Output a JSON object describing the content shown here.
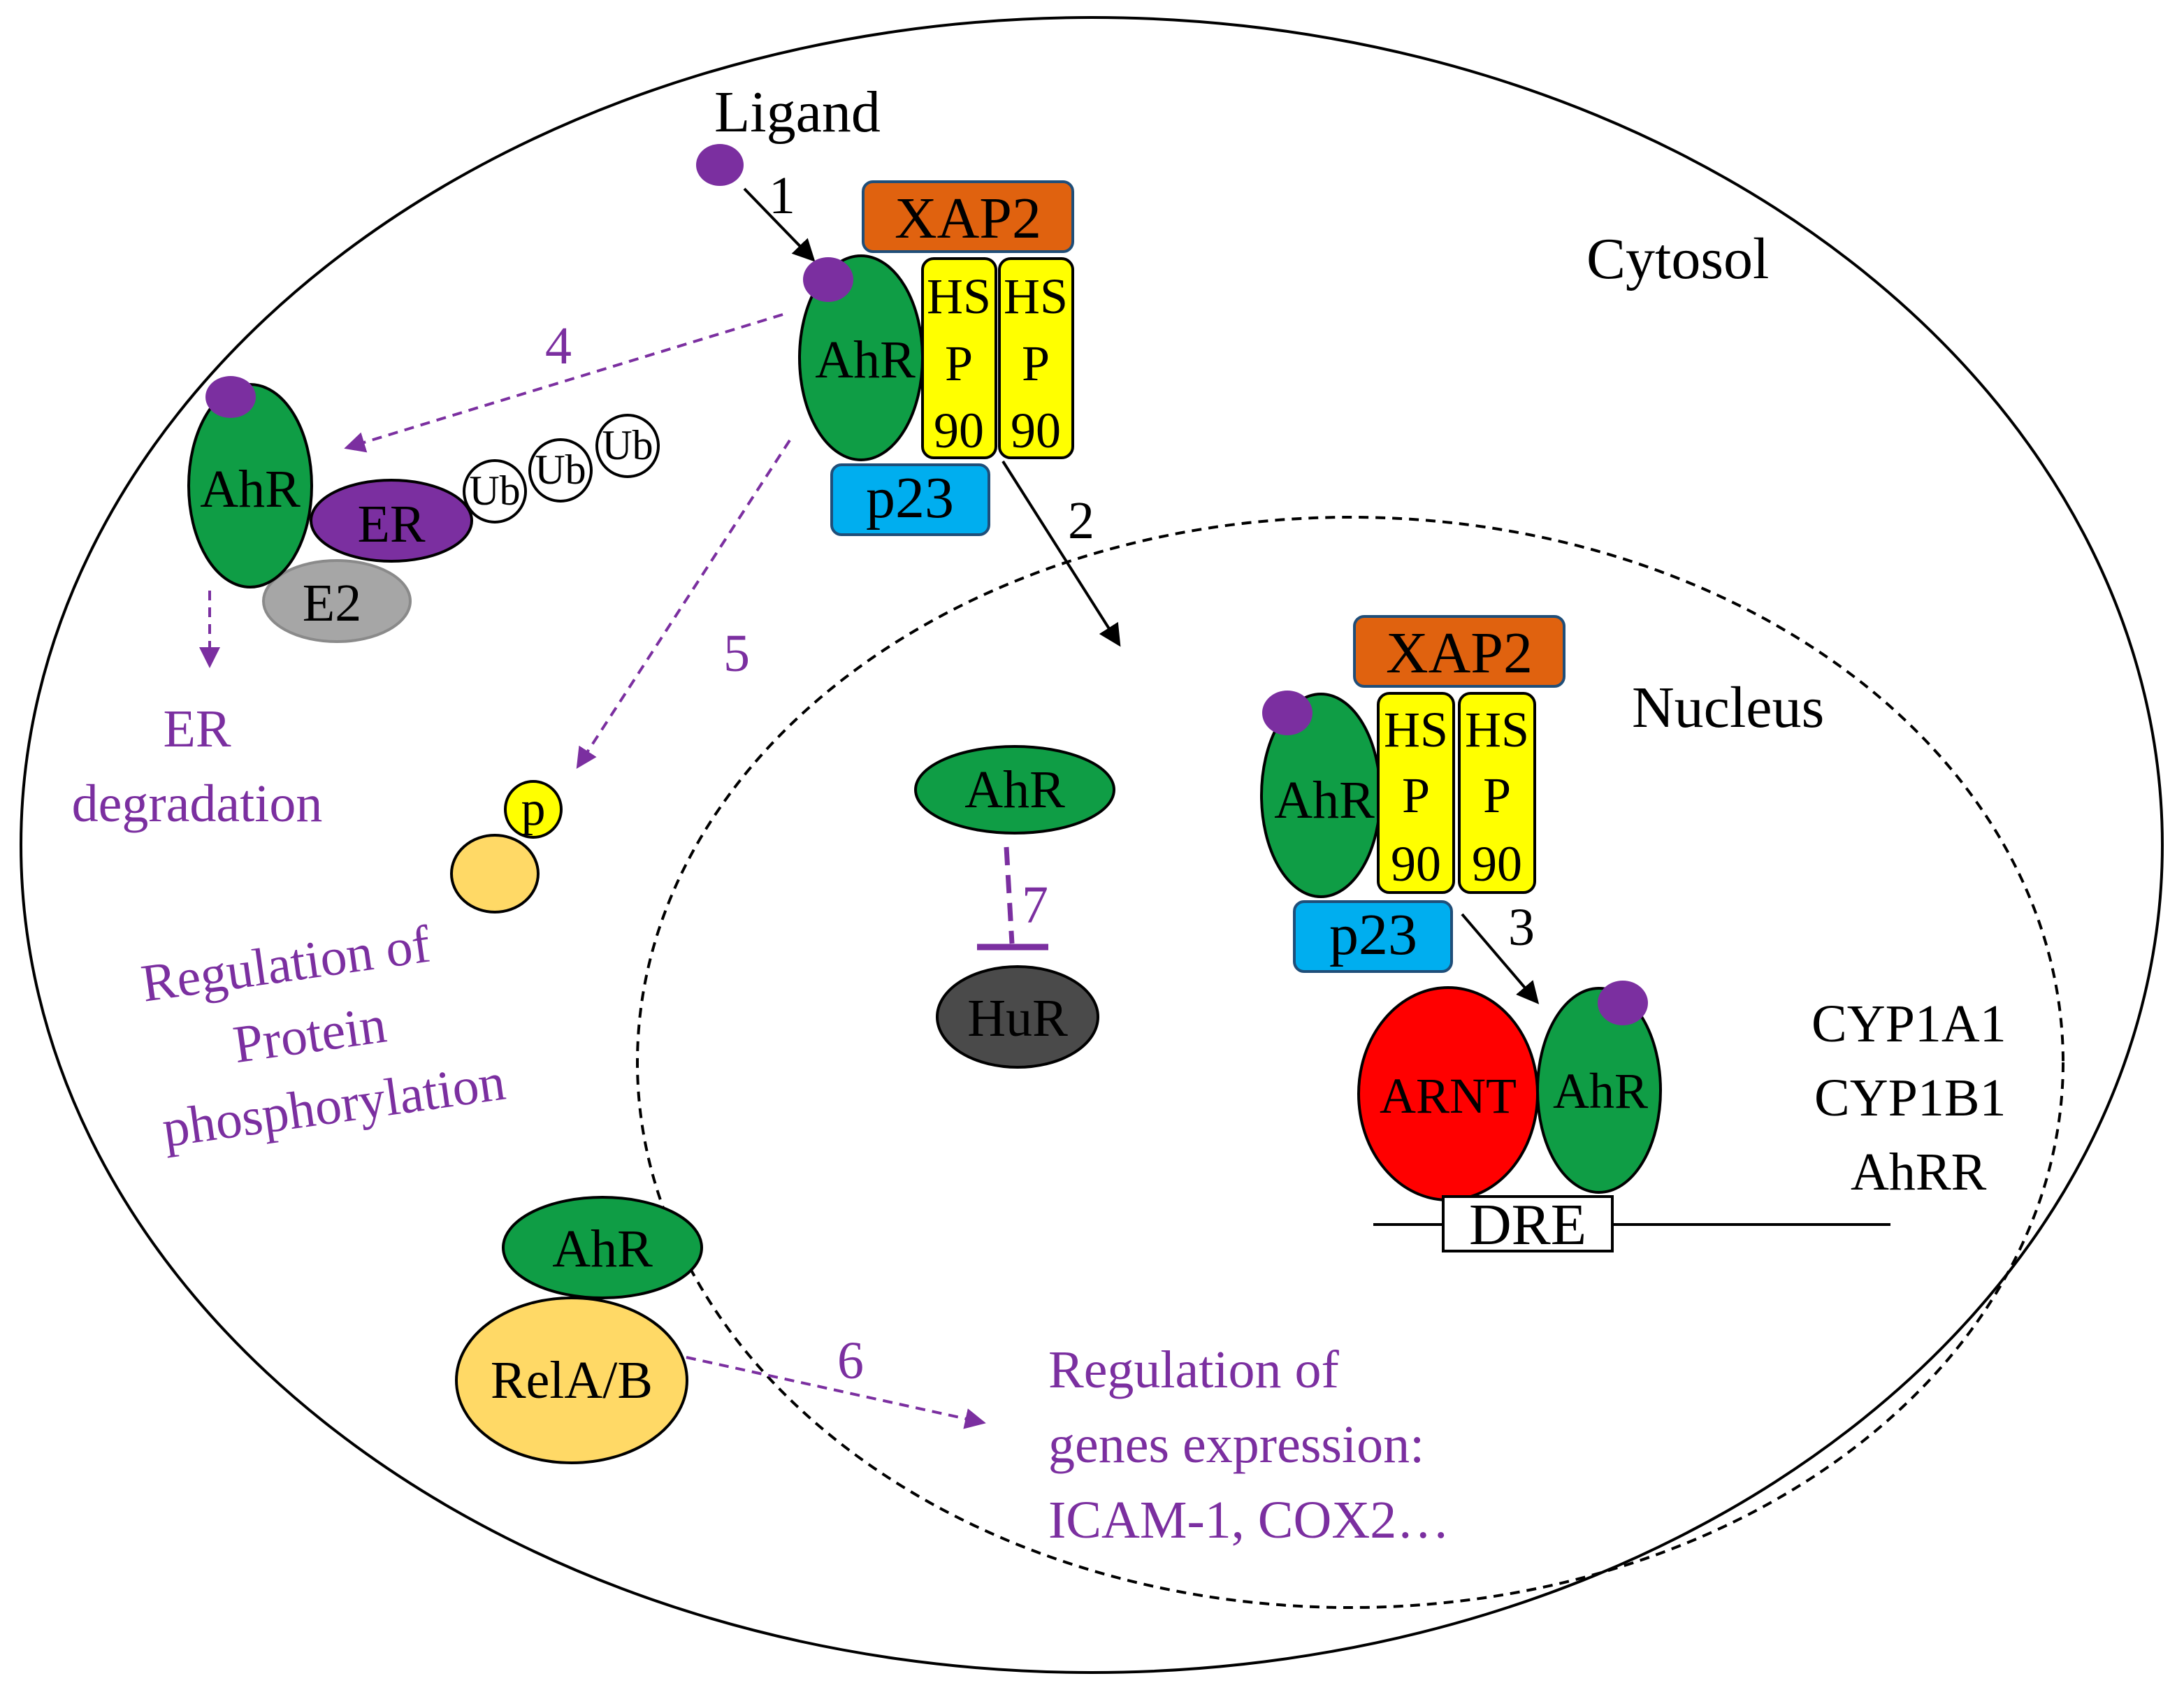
{
  "labels": {
    "ligand": "Ligand",
    "cytosol": "Cytosol",
    "nucleus": "Nucleus",
    "xap2": "XAP2",
    "hs": "HS",
    "p": "P",
    "ninety": "90",
    "p23": "p23",
    "ahr": "AhR",
    "er": "ER",
    "e2": "E2",
    "ub": "Ub",
    "phospho_p": "p",
    "hur": "HuR",
    "arnt": "ARNT",
    "dre": "DRE",
    "rela_b": "RelA/B"
  },
  "steps": {
    "s1": "1",
    "s2": "2",
    "s3": "3",
    "s4": "4",
    "s5": "5",
    "s6": "6",
    "s7": "7"
  },
  "outcomes": {
    "er_degradation_line1": "ER",
    "er_degradation_line2": "degradation",
    "protein_phos_line1": "Regulation of",
    "protein_phos_line2": "Protein",
    "protein_phos_line3": "phosphorylation",
    "gene_expr_line1": "Regulation of",
    "gene_expr_line2": "genes expression:",
    "gene_expr_line3": "ICAM-1, COX2…"
  },
  "target_genes": [
    "CYP1A1",
    "CYP1B1",
    "AhRR"
  ],
  "colors": {
    "ahr_green": "#0f9d45",
    "ligand_purple": "#7b2fa0",
    "xap2_orange": "#e0620f",
    "hsp90_yellow": "#ffff00",
    "p23_blue": "#00aeef",
    "arnt_red": "#ff0000",
    "hur_dark": "#4a4a4a",
    "e2_gray": "#a6a6a6",
    "rela_yellow": "#ffd966",
    "pathway_purple": "#7b2fa0"
  }
}
